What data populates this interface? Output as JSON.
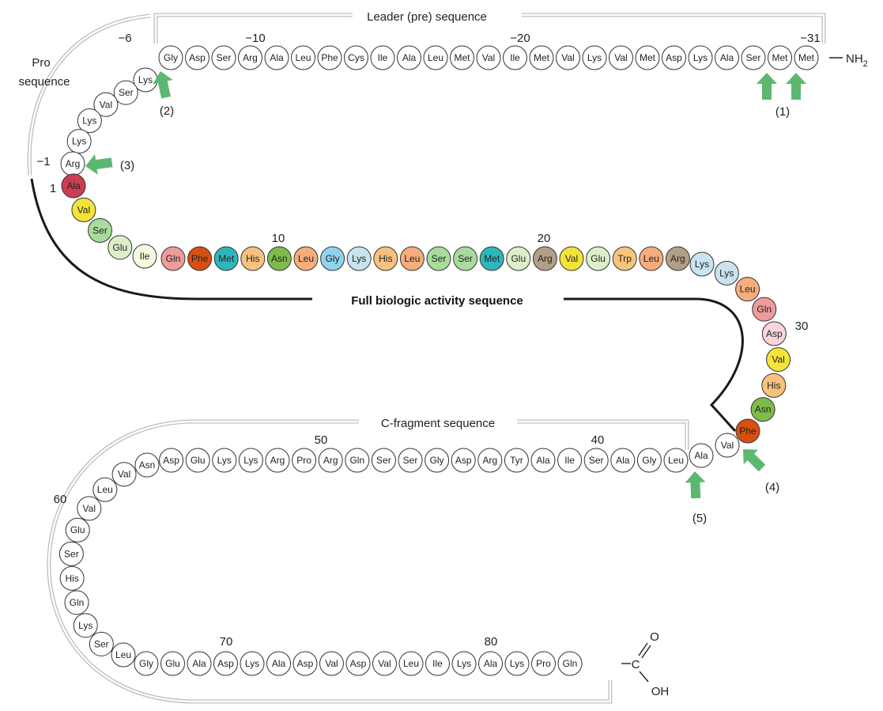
{
  "labels": {
    "leader": "Leader (pre) sequence",
    "pro_line1": "Pro",
    "pro_line2": "sequence",
    "full": "Full biologic activity sequence",
    "cfrag": "C-fragment sequence",
    "nh2": "NH",
    "nh2_sub": "2",
    "c": "C",
    "o": "O",
    "oh": "OH"
  },
  "colors": {
    "default": "#ffffff",
    "Ala": "#cc3d52",
    "Val": "#f4e43a",
    "Ser": "#a8dc9c",
    "Glu": "#dcefc9",
    "Ile": "#f4f8dc",
    "Gln": "#ee9b9b",
    "Phe": "#d84f12",
    "Met": "#2eb6bd",
    "His": "#f7c27e",
    "Asn": "#7fbb4a",
    "Leu": "#f6ac7c",
    "Gly": "#8fd3ef",
    "Lys": "#c9e4ef",
    "Arg": "#b29f88",
    "Trp": "#f6c47c",
    "Asp": "#f8d5db"
  },
  "leader_residues": [
    "Gly",
    "Asp",
    "Ser",
    "Arg",
    "Ala",
    "Leu",
    "Phe",
    "Cys",
    "Ile",
    "Ala",
    "Leu",
    "Met",
    "Val",
    "Ile",
    "Met",
    "Val",
    "Lys",
    "Val",
    "Met",
    "Asp",
    "Lys",
    "Ala",
    "Ser",
    "Met",
    "Met"
  ],
  "pro_residues": [
    "Lys",
    "Ser",
    "Val",
    "Lys",
    "Lys",
    "Arg"
  ],
  "active_residues": [
    "Ala",
    "Val",
    "Ser",
    "Glu",
    "Ile",
    "Gln",
    "Phe",
    "Met",
    "His",
    "Asn",
    "Leu",
    "Gly",
    "Lys",
    "His",
    "Leu",
    "Ser",
    "Ser",
    "Met",
    "Glu",
    "Arg",
    "Val",
    "Glu",
    "Trp",
    "Leu",
    "Arg",
    "Lys",
    "Lys",
    "Leu",
    "Gln",
    "Asp",
    "Val",
    "His",
    "Asn",
    "Phe"
  ],
  "cfrag_residues": [
    "Val",
    "Ala",
    "Leu",
    "Gly",
    "Ala",
    "Ser",
    "Ile",
    "Ala",
    "Tyr",
    "Arg",
    "Asp",
    "Gly",
    "Ser",
    "Ser",
    "Gln",
    "Arg",
    "Pro",
    "Arg",
    "Lys",
    "Lys",
    "Glu",
    "Asp",
    "Asn",
    "Val",
    "Leu",
    "Val",
    "Glu",
    "Ser",
    "His",
    "Gln",
    "Lys",
    "Ser",
    "Leu",
    "Gly",
    "Glu",
    "Ala",
    "Asp",
    "Lys",
    "Ala",
    "Asp",
    "Val",
    "Asp",
    "Val",
    "Leu",
    "Ile",
    "Lys",
    "Ala",
    "Lys",
    "Pro",
    "Gln"
  ],
  "numbers": {
    "n_minus6": "−6",
    "n_minus10": "−10",
    "n_minus20": "−20",
    "n_minus31": "−31",
    "n_minus1": "−1",
    "n_1": "1",
    "n_10": "10",
    "n_20": "20",
    "n_30": "30",
    "n_40": "40",
    "n_50": "50",
    "n_60": "60",
    "n_70": "70",
    "n_80": "80"
  },
  "arrows": {
    "a1": "(1)",
    "a2": "(2)",
    "a3": "(3)",
    "a4": "(4)",
    "a5": "(5)"
  },
  "arrow_color": "#5cb870"
}
